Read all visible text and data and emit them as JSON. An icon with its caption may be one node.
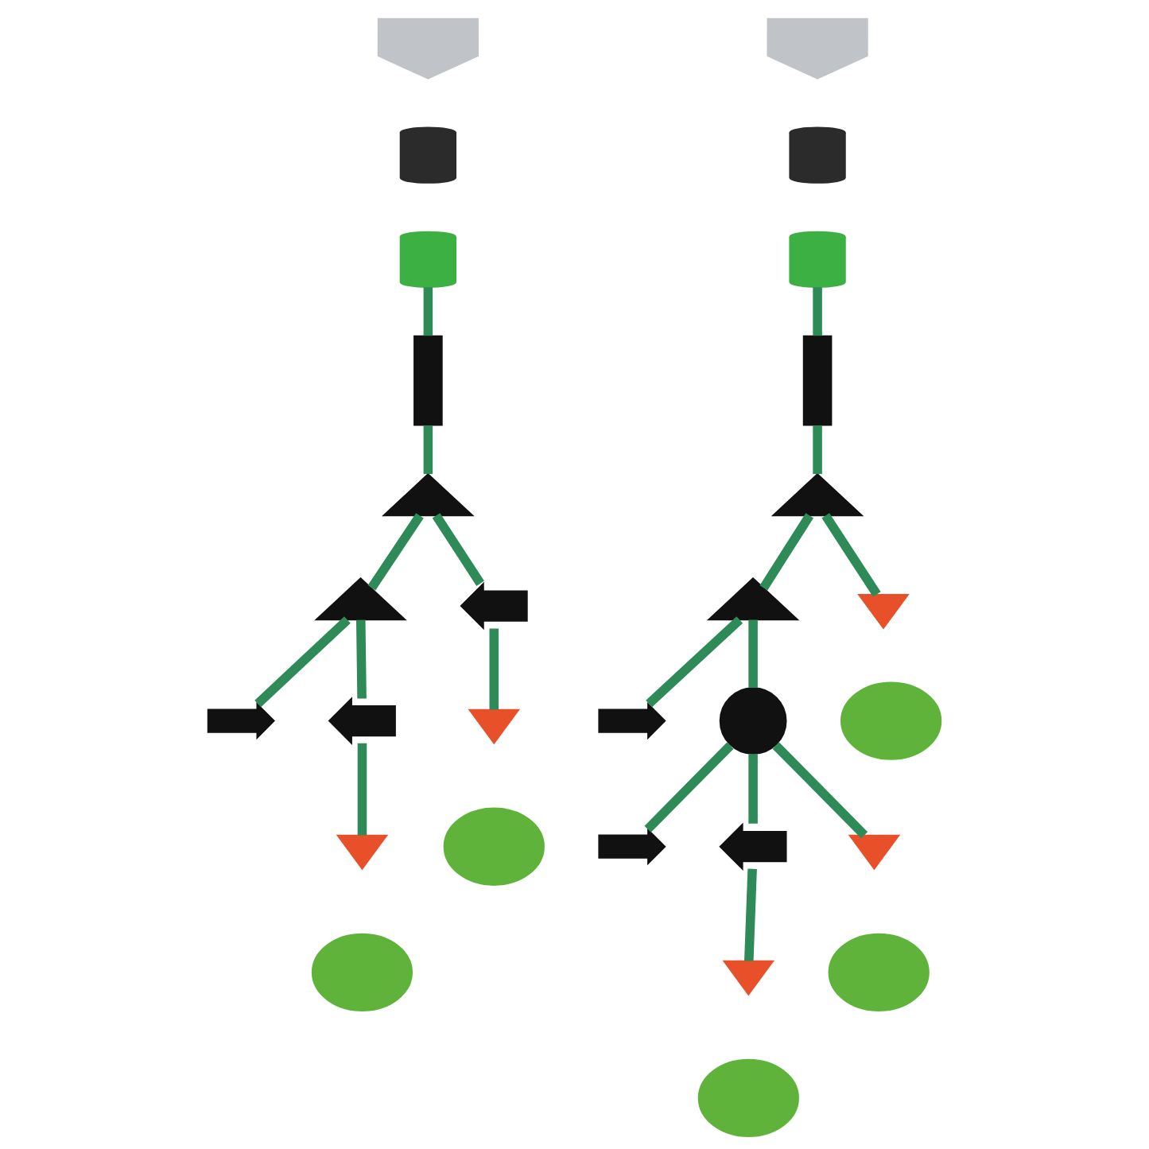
{
  "diagram": {
    "nodes": [
      {
        "text": [],
        "shape": "faucet"
      },
      {
        "text": [],
        "shape": "faucet"
      },
      {
        "text": [],
        "shape": "tee"
      },
      {
        "text": [],
        "shape": "tee"
      },
      {
        "text": [],
        "shape": "plug"
      },
      {
        "text": [],
        "shape": "adapter"
      },
      {
        "text": [],
        "shape": "adapter"
      },
      {
        "text": [],
        "shape": "coupling"
      },
      {
        "text": [],
        "shape": "connector"
      },
      {
        "text": [],
        "shape": "connector"
      },
      {
        "text": [],
        "shape": "dripper"
      },
      {
        "text": [],
        "shape": "cross"
      },
      {
        "text": [],
        "shape": "plug"
      },
      {
        "text": [],
        "shape": "coupling"
      },
      {
        "text": [],
        "shape": "plant"
      },
      {
        "text": [],
        "shape": "elbow"
      },
      {
        "text": [],
        "shape": "tee"
      },
      {
        "text": [],
        "shape": "tee"
      },
      {
        "text": [],
        "shape": "plug"
      },
      {
        "text": [],
        "shape": "dripper"
      },
      {
        "text": [],
        "shape": "dripper"
      },
      {
        "text": [],
        "shape": "elbow"
      },
      {
        "text": [],
        "shape": "elbow"
      },
      {
        "text": [],
        "shape": "dripper"
      },
      {
        "text": [],
        "shape": "dripper"
      },
      {
        "text": [],
        "shape": "plant"
      },
      {
        "text": [],
        "shape": "plant"
      },
      {
        "text": [],
        "shape": "plant"
      },
      {
        "text": [],
        "shape": "plant"
      }
    ],
    "edges": [
      {
        "from": 8,
        "to": 7,
        "arrow": "none"
      },
      {
        "from": 7,
        "to": 16,
        "arrow": "none"
      },
      {
        "from": 16,
        "to": 17,
        "arrow": "none"
      },
      {
        "from": 17,
        "to": 18,
        "arrow": "none"
      },
      {
        "from": 16,
        "to": 21,
        "arrow": "none"
      },
      {
        "from": 17,
        "to": 22,
        "arrow": "none"
      },
      {
        "from": 21,
        "to": 23,
        "arrow": "none"
      },
      {
        "from": 22,
        "to": 24,
        "arrow": "none"
      },
      {
        "from": 9,
        "to": 13,
        "arrow": "none"
      },
      {
        "from": 13,
        "to": 2,
        "arrow": "none"
      },
      {
        "from": 2,
        "to": 3,
        "arrow": "none"
      },
      {
        "from": 3,
        "to": 4,
        "arrow": "none"
      },
      {
        "from": 2,
        "to": 10,
        "arrow": "none"
      },
      {
        "from": 3,
        "to": 11,
        "arrow": "none"
      },
      {
        "from": 11,
        "to": 12,
        "arrow": "none"
      },
      {
        "from": 11,
        "to": 15,
        "arrow": "none"
      },
      {
        "from": 11,
        "to": 19,
        "arrow": "none"
      },
      {
        "from": 15,
        "to": 20,
        "arrow": "none"
      }
    ]
  }
}
